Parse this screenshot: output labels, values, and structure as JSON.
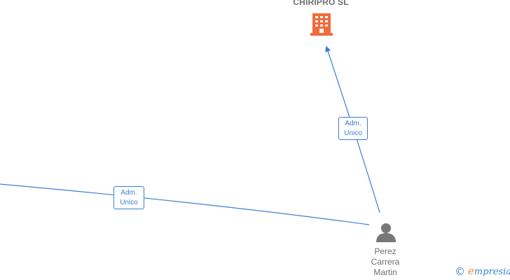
{
  "nodes": {
    "company": {
      "label": "CHIRIPRO  SL",
      "icon": "building-icon",
      "color": "#f26b3a"
    },
    "person": {
      "icon": "person-icon",
      "name_lines": [
        "Perez",
        "Carrera",
        "Martin"
      ],
      "color": "#777777"
    }
  },
  "edges": [
    {
      "label_lines": [
        "Adm.",
        "Unico"
      ],
      "from": "person",
      "to": "company"
    },
    {
      "label_lines": [
        "Adm.",
        "Unico"
      ],
      "from": "person",
      "to": "offscreen-left"
    }
  ],
  "colors": {
    "edge": "#3b7fd1"
  },
  "watermark": {
    "symbol": "©",
    "brand_first": "e",
    "brand_rest": "mpresia"
  }
}
